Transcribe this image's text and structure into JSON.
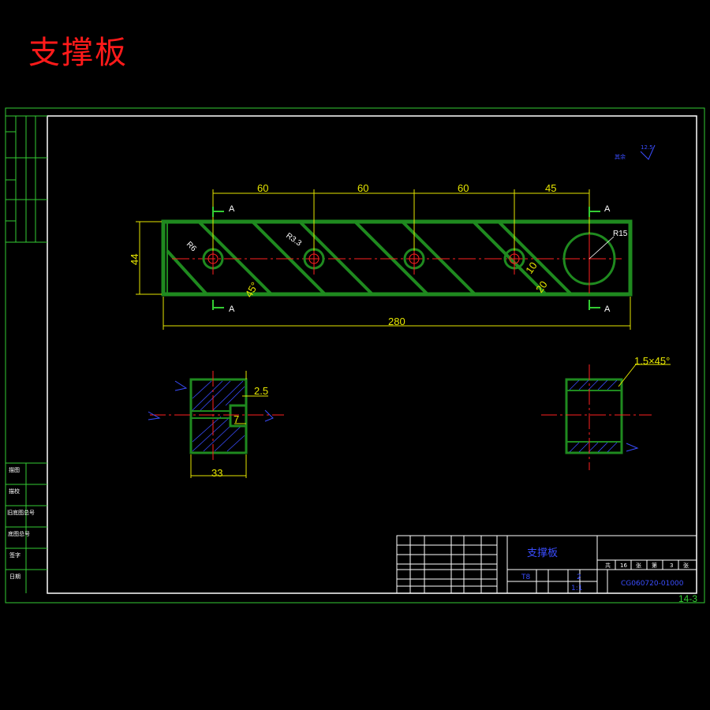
{
  "title": "支撑板",
  "sheet_number": "14-3",
  "dimensions": {
    "spacing_1": "60",
    "spacing_2": "60",
    "spacing_3": "60",
    "spacing_4": "45",
    "height": "44",
    "total_length": "280",
    "r6": "R6",
    "r3_3": "R3.3",
    "r15": "R15",
    "d10": "10",
    "d20": "20",
    "angle": "45°",
    "groove_depth": "2.5",
    "groove_width": "7",
    "side_width": "33",
    "chamfer": "1.5×45°"
  },
  "section_labels": {
    "a1": "A",
    "a2": "A",
    "a3": "A",
    "a4": "A"
  },
  "roughness_notes": {
    "top_right": "其余",
    "rough_value": "12.5"
  },
  "title_block": {
    "part_name": "支撑板",
    "material": "T8",
    "quantity": "2",
    "scale": "1:1",
    "drawing_code": "CG060720-01000",
    "sheets_total_label": "共",
    "sheets_total": "16",
    "sheets_unit": "张",
    "sheet_label": "第",
    "sheet_index": "3",
    "sheet_unit2": "张"
  },
  "left_strip": {
    "labels": [
      "描图",
      "描校",
      "旧底图总号",
      "底图总号",
      "签字",
      "日期"
    ]
  }
}
